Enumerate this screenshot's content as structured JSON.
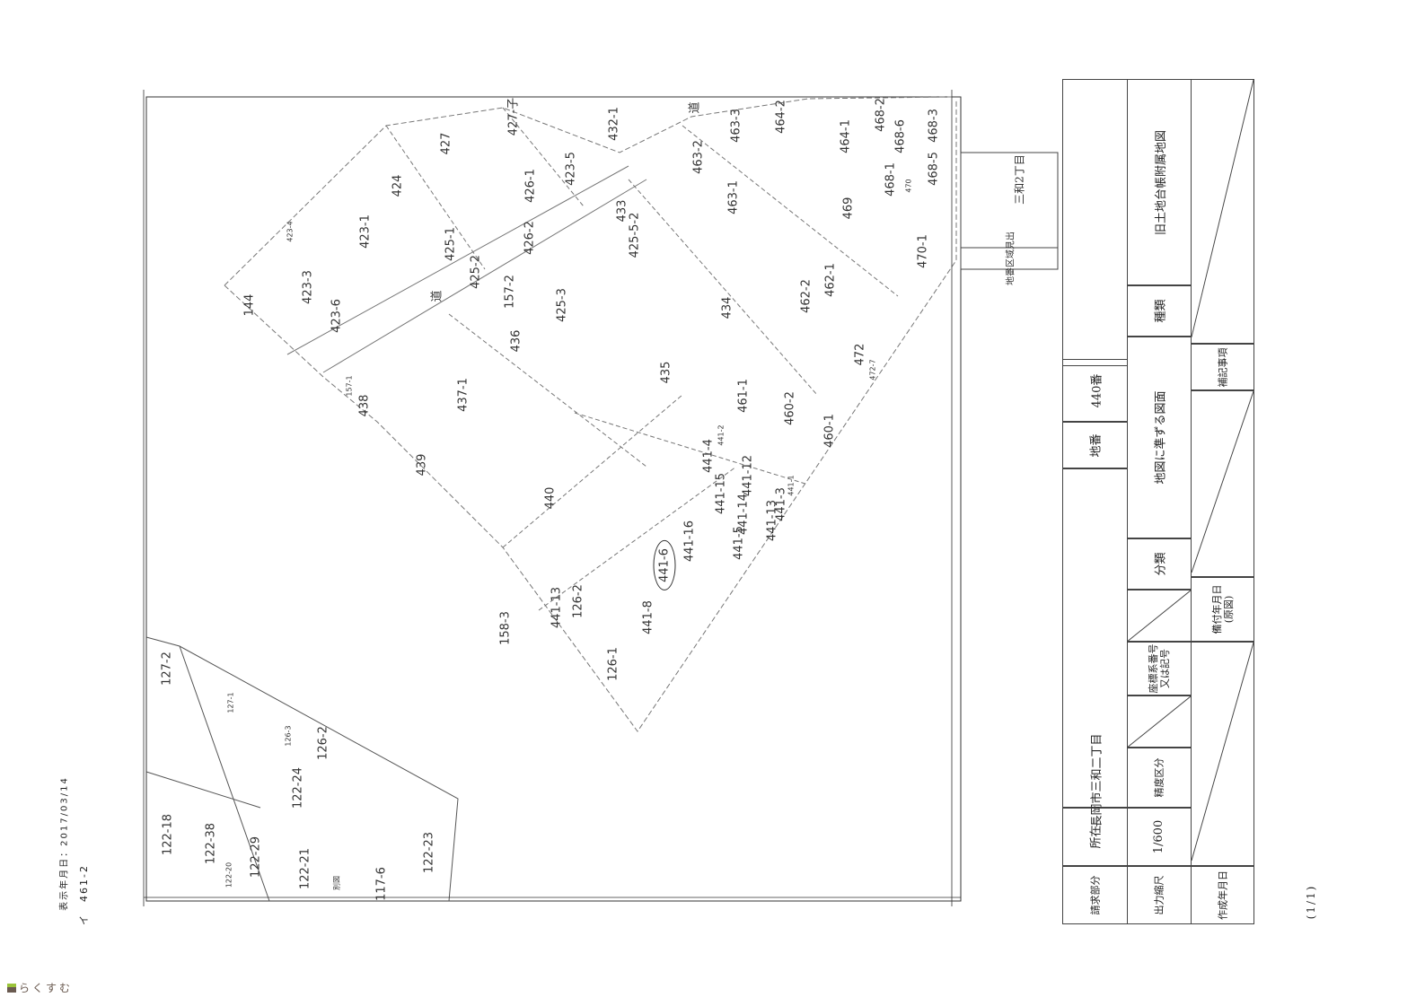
{
  "parcels": [
    {
      "t": "427"
    },
    {
      "t": "427-子"
    },
    {
      "t": "424"
    },
    {
      "t": "423-1"
    },
    {
      "t": "423-4"
    },
    {
      "t": "423-3"
    },
    {
      "t": "423-6"
    },
    {
      "t": "144"
    },
    {
      "t": "425-1"
    },
    {
      "t": "426-1"
    },
    {
      "t": "423-5"
    },
    {
      "t": "432-1"
    },
    {
      "t": "426-2"
    },
    {
      "t": "425-2"
    },
    {
      "t": "道"
    },
    {
      "t": "道"
    },
    {
      "t": "157-2"
    },
    {
      "t": "425-3"
    },
    {
      "t": "433"
    },
    {
      "t": "425-5-2"
    },
    {
      "t": "436"
    },
    {
      "t": "157-1"
    },
    {
      "t": "438"
    },
    {
      "t": "437-1"
    },
    {
      "t": "439"
    },
    {
      "t": "440"
    },
    {
      "t": "435"
    },
    {
      "t": "434"
    },
    {
      "t": "463-2"
    },
    {
      "t": "463-3"
    },
    {
      "t": "464-2"
    },
    {
      "t": "463-1"
    },
    {
      "t": "464-1"
    },
    {
      "t": "468-2"
    },
    {
      "t": "468-6"
    },
    {
      "t": "468-3"
    },
    {
      "t": "468-1"
    },
    {
      "t": "470"
    },
    {
      "t": "468-5"
    },
    {
      "t": "469"
    },
    {
      "t": "470-1"
    },
    {
      "t": "462-2"
    },
    {
      "t": "462-1"
    },
    {
      "t": "472"
    },
    {
      "t": "472-7"
    },
    {
      "t": "461-1"
    },
    {
      "t": "460-2"
    },
    {
      "t": "460-1"
    },
    {
      "t": "441-2"
    },
    {
      "t": "441-4"
    },
    {
      "t": "441-12"
    },
    {
      "t": "441-1"
    },
    {
      "t": "441-3"
    },
    {
      "t": "441-15"
    },
    {
      "t": "441-14"
    },
    {
      "t": "441-13"
    },
    {
      "t": "441-5"
    },
    {
      "t": "441-16"
    },
    {
      "t": "441-6"
    },
    {
      "t": "441-13"
    },
    {
      "t": "126-2"
    },
    {
      "t": "158-3"
    },
    {
      "t": "441-8"
    },
    {
      "t": "126-1"
    },
    {
      "t": "127-2"
    },
    {
      "t": "127-1"
    },
    {
      "t": "126-3"
    },
    {
      "t": "126-2"
    },
    {
      "t": "122-24"
    },
    {
      "t": "122-18"
    },
    {
      "t": "122-38"
    },
    {
      "t": "122-29"
    },
    {
      "t": "122-21"
    },
    {
      "t": "122-23"
    },
    {
      "t": "117-6"
    },
    {
      "t": "別図"
    },
    {
      "t": "122-20"
    }
  ],
  "inset": {
    "area": "三和2丁目",
    "title": "地番区域見出"
  },
  "table": {
    "requester_label": "請求部分",
    "location_label": "所在",
    "location": "長岡市三和二丁目",
    "lot_label": "地番",
    "lot": "440番",
    "scale_label": "出力縮尺",
    "scale": "1/600",
    "accuracy_label": "精度区分",
    "coord_label": "座標系番号又は記号",
    "class_label": "分類",
    "class": "地図に準ずる図面",
    "type_label": "種類",
    "type": "旧土地台帳附属地図",
    "created_label": "作成年月日",
    "kept_label": "備付年月日(原図)",
    "notes_label": "補記事項"
  },
  "footer": {
    "display_date": "表示年月日：2017/03/14",
    "ref": "イ　461-2",
    "page": "(1/1)",
    "logo": "らくすむ"
  }
}
